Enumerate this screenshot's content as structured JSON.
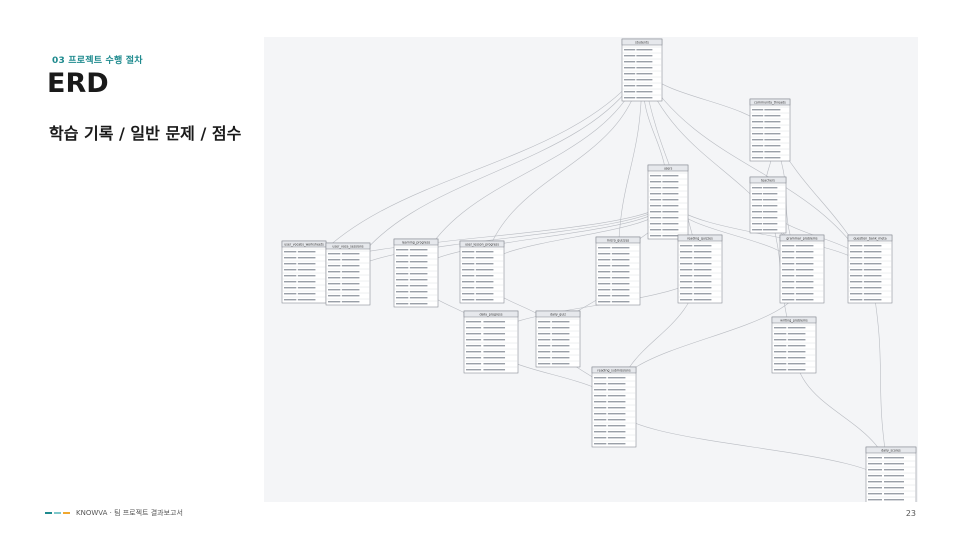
{
  "header": {
    "section": "03 프로젝트 수행 절차",
    "title": "ERD",
    "subtitle": "학습 기록 / 일반 문제 / 점수"
  },
  "footer": {
    "brand": "KNOWVA · 팀 프로젝트 결과보고서",
    "page": "23",
    "mark_colors": [
      "#1e8a8e",
      "#7ec8cb",
      "#f0a830"
    ]
  },
  "diagram": {
    "tables": [
      {
        "name": "students"
      },
      {
        "name": "community_threads"
      },
      {
        "name": "users"
      },
      {
        "name": "teachers"
      },
      {
        "name": "user_vocabs_worksheets"
      },
      {
        "name": "user_voca_sessions"
      },
      {
        "name": "learning_progress"
      },
      {
        "name": "user_lesson_progress"
      },
      {
        "name": "micro_quizzes"
      },
      {
        "name": "reading_quizzes"
      },
      {
        "name": "grammar_problems"
      },
      {
        "name": "question_bank_meta"
      },
      {
        "name": "daily_progress"
      },
      {
        "name": "daily_quiz"
      },
      {
        "name": "writing_problems"
      },
      {
        "name": "reading_submissions"
      },
      {
        "name": "daily_scores"
      }
    ]
  }
}
